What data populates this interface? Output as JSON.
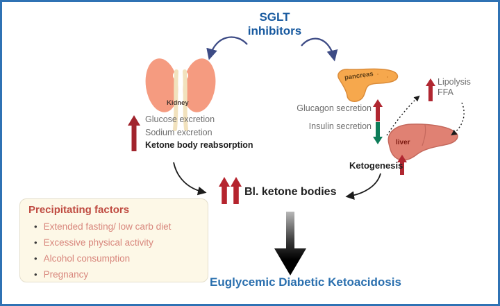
{
  "header": {
    "title_line1": "SGLT",
    "title_line2": "inhibitors"
  },
  "kidney_section": {
    "organ_label": "Kidney",
    "effects": [
      "Glucose excretion",
      "Sodium excretion",
      "Ketone body reabsorption"
    ]
  },
  "pancreas_section": {
    "organ_label": "pancreas",
    "glucagon_label": "Glucagon secretion",
    "insulin_label": "Insulin secretion"
  },
  "lipolysis_section": {
    "line1": "Lipolysis",
    "line2": "FFA"
  },
  "liver_section": {
    "organ_label": "liver",
    "ketogenesis_label": "Ketogenesis"
  },
  "central": {
    "ketone_label": "Bl. ketone bodies"
  },
  "precipitating": {
    "title": "Precipitating factors",
    "items": [
      "Extended fasting/ low carb diet",
      "Excessive physical activity",
      "Alcohol consumption",
      "Pregnancy"
    ]
  },
  "outcome": {
    "title": "Euglycemic Diabetic Ketoacidosis"
  },
  "colors": {
    "border_blue": "#2f72b4",
    "title_blue": "#17599f",
    "outcome_blue": "#2a6fae",
    "increase_arrow_red": "#b02731",
    "decrease_arrow_green": "#0d7c59",
    "double_arrow_red": "#b5242e",
    "gray_text": "#6f6f6f",
    "kidney_fill": "#f59b80",
    "pancreas_fill": "#f6a84d",
    "liver_fill": "#e08173",
    "box_background": "#fdf8e7",
    "box_title_red": "#bf4b41",
    "box_item_salmon": "#d8867c"
  }
}
